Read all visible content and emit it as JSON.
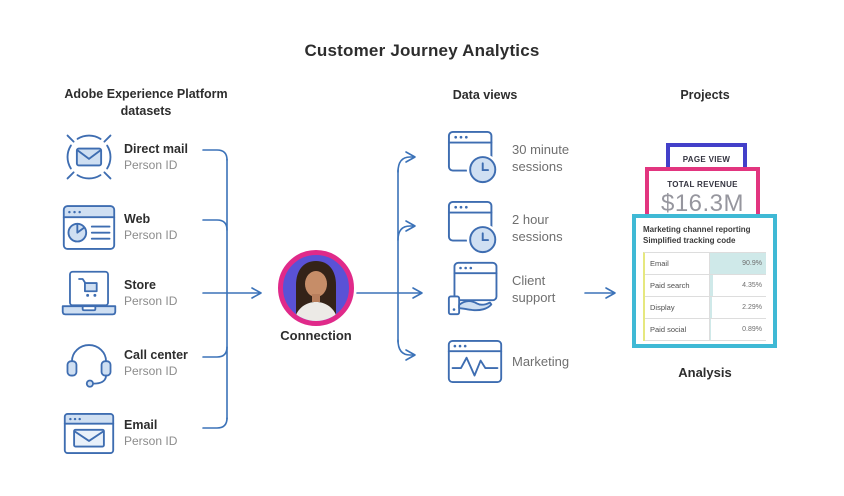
{
  "title": "Customer Journey Analytics",
  "colors": {
    "line_blue": "#3b72b8",
    "icon_stroke": "#3e6db1",
    "icon_fill": "#cfdff2",
    "page_view_border": "#4340c9",
    "total_revenue_border": "#e2357f",
    "analysis_border": "#3fb9d5",
    "connection_ring": "#e02a8a",
    "connection_bg": "#5a52d6",
    "bar_fill": "#cfe9e9",
    "strip_yellow": "#e6e87f"
  },
  "datasets": {
    "header_line1": "Adobe Experience Platform",
    "header_line2": "datasets",
    "items": [
      {
        "label": "Direct mail",
        "sublabel": "Person ID",
        "icon": "direct-mail-icon"
      },
      {
        "label": "Web",
        "sublabel": "Person ID",
        "icon": "web-browser-icon"
      },
      {
        "label": "Store",
        "sublabel": "Person ID",
        "icon": "laptop-cart-icon"
      },
      {
        "label": "Call center",
        "sublabel": "Person ID",
        "icon": "headset-icon"
      },
      {
        "label": "Email",
        "sublabel": "Person ID",
        "icon": "email-window-icon"
      }
    ]
  },
  "connection": {
    "label": "Connection"
  },
  "data_views": {
    "header": "Data views",
    "items": [
      {
        "label": "30 minute sessions",
        "icon": "session-clock-icon"
      },
      {
        "label": "2 hour sessions",
        "icon": "session-clock-icon"
      },
      {
        "label": "Client support",
        "icon": "support-hand-icon"
      },
      {
        "label": "Marketing",
        "icon": "pulse-window-icon"
      }
    ]
  },
  "projects": {
    "header": "Projects",
    "page_view_card": {
      "label": "PAGE VIEW"
    },
    "total_revenue_card": {
      "label": "TOTAL REVENUE",
      "value": "$16.3M"
    },
    "analysis_card": {
      "title_line1": "Marketing channel reporting",
      "title_line2": "Simplified tracking code",
      "rows": [
        {
          "channel": "Email",
          "value": "90.9%",
          "bar_pct": 100
        },
        {
          "channel": "Paid search",
          "value": "4.35%",
          "bar_pct": 5
        },
        {
          "channel": "Display",
          "value": "2.29%",
          "bar_pct": 2.5
        },
        {
          "channel": "Paid social",
          "value": "0.89%",
          "bar_pct": 1
        }
      ]
    },
    "footer_label": "Analysis"
  }
}
